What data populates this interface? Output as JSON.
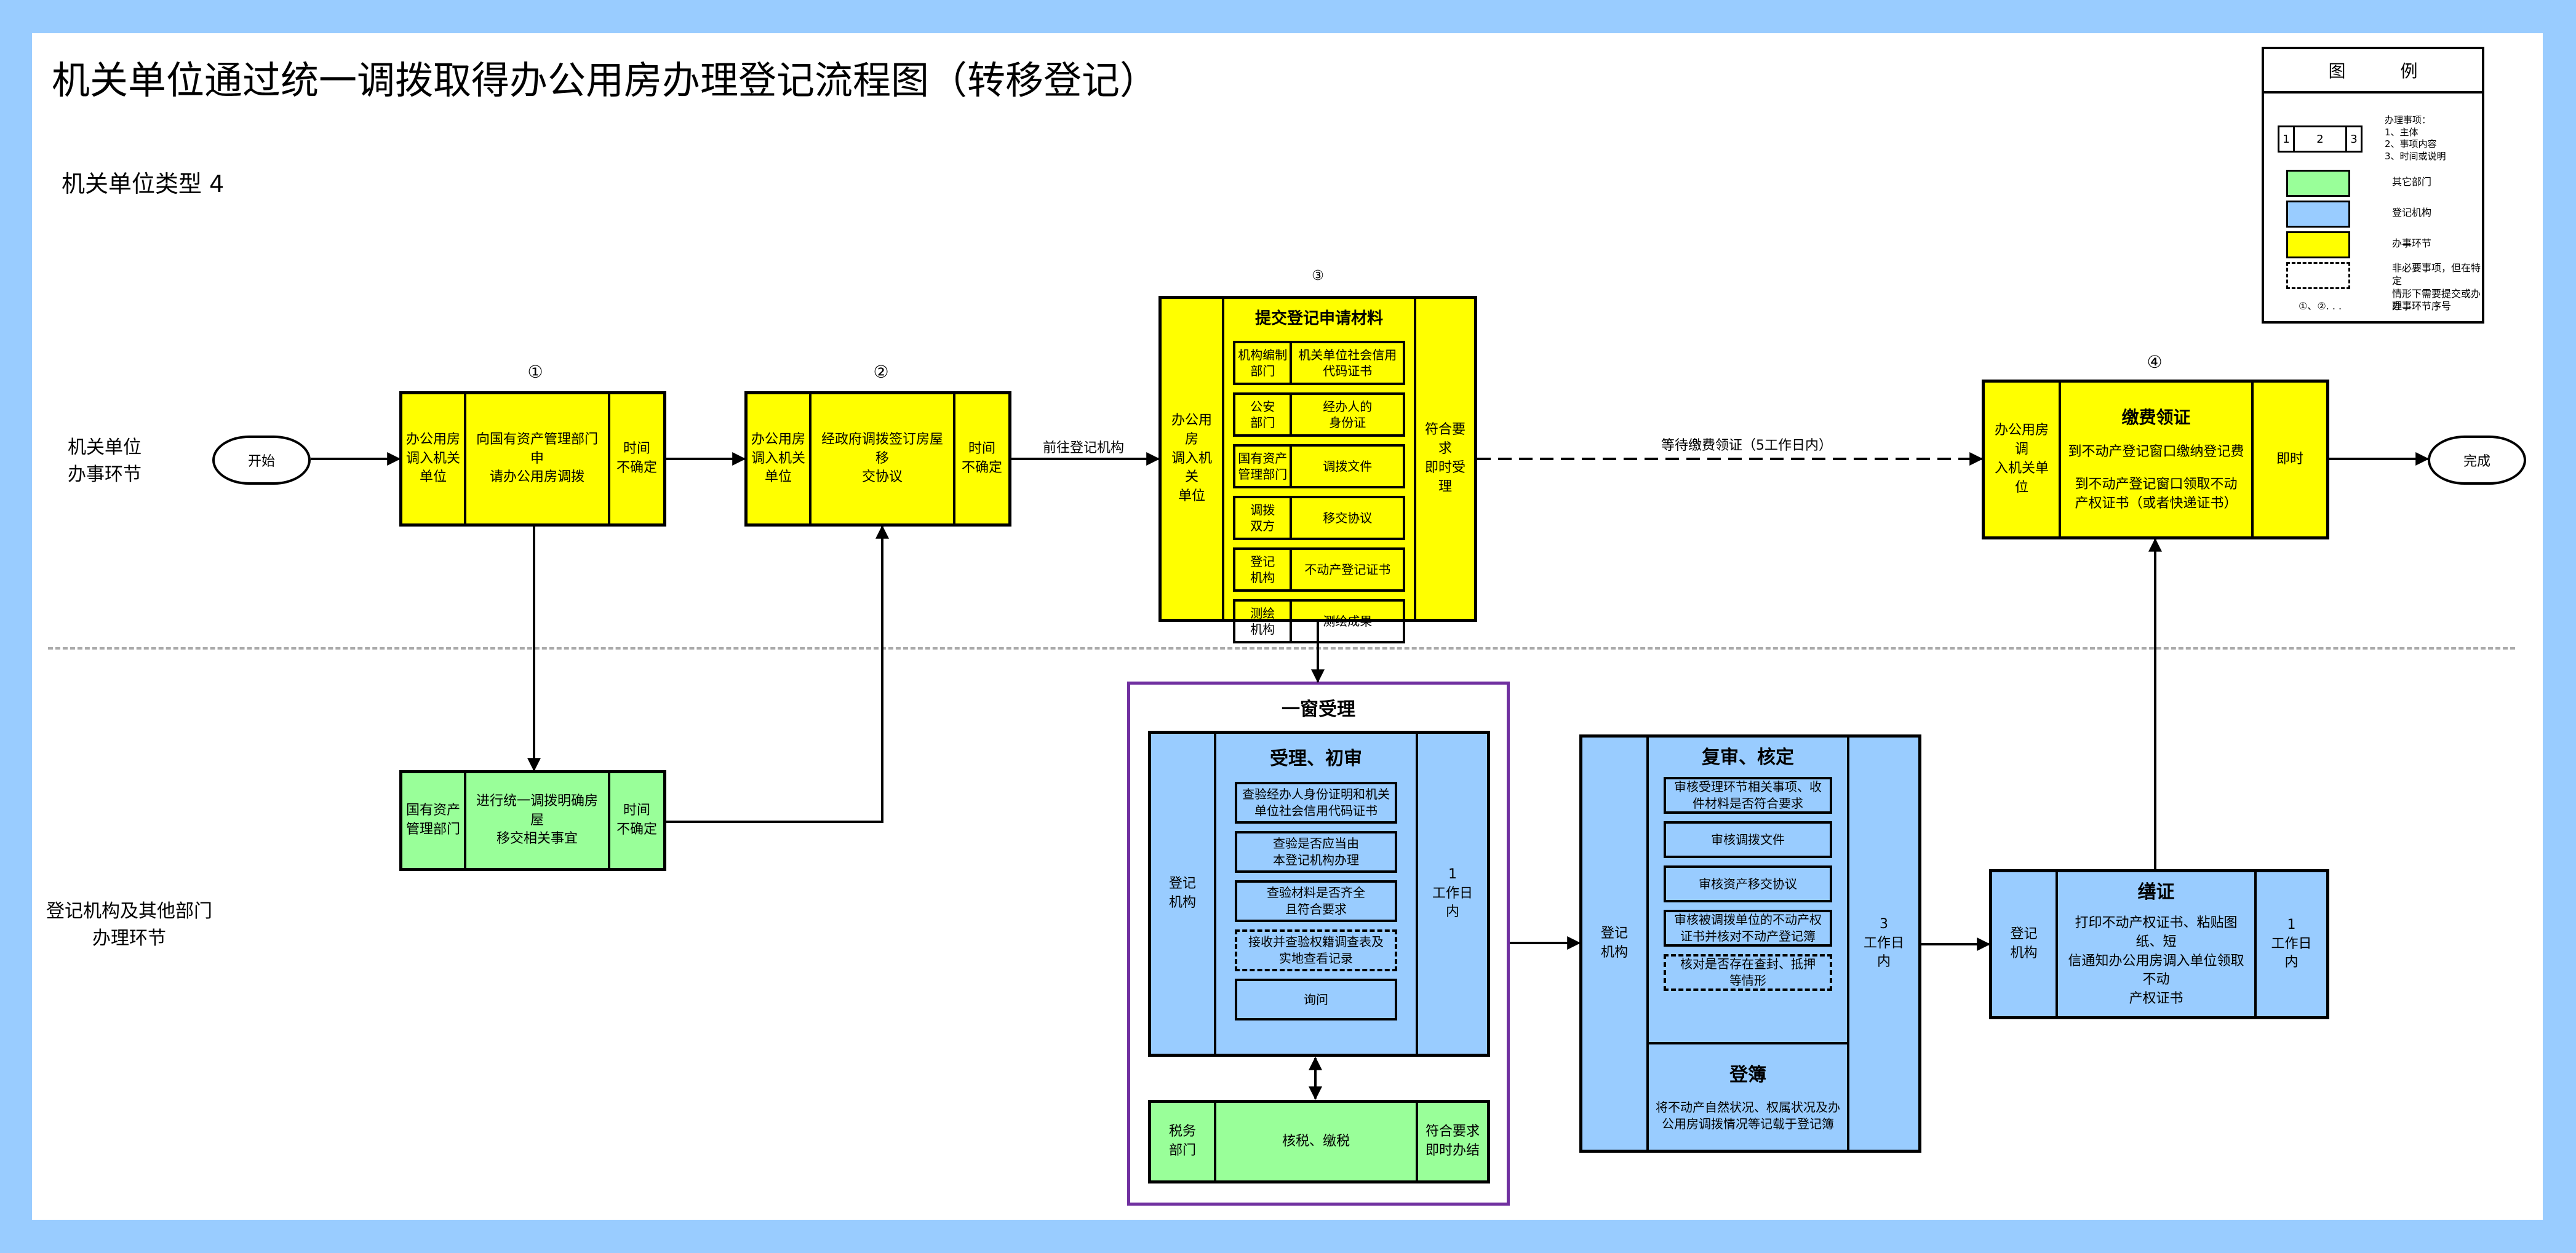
{
  "title": "机关单位通过统一调拨取得办公用房办理登记流程图（转移登记）",
  "subtitle": "机关单位类型 4",
  "colors": {
    "frame": "#99ccff",
    "other_department": "#99ff99",
    "registration_agency": "#99ccff",
    "handling_step": "#ffff00",
    "window_border": "#7030a0"
  },
  "lanes": {
    "top": "机关单位\n办事环节",
    "bottom": "登记机构及其他部门\n办理环节"
  },
  "legend": {
    "title_left": "图",
    "title_right": "例",
    "sample_cells": [
      "1",
      "2",
      "3"
    ],
    "sample_desc": "办理事项：\n1、主体\n2、事项内容\n3、时间或说明",
    "items": [
      {
        "color": "green",
        "label": "其它部门"
      },
      {
        "color": "blue",
        "label": "登记机构"
      },
      {
        "color": "yellow",
        "label": "办事环节"
      },
      {
        "color": "dashed",
        "label": "非必要事项，但在特定\n情形下需要提交或办理"
      }
    ],
    "seq_symbol": "①、②. . .",
    "seq_label": "办事环节序号"
  },
  "start": "开始",
  "finish": "完成",
  "steps": {
    "s1": {
      "no": "①",
      "subject": "办公用房\n调入机关\n单位",
      "content": "向国有资产管理部门申\n请办公用房调拨",
      "time": "时间\n不确定"
    },
    "s2": {
      "no": "②",
      "subject": "办公用房\n调入机关\n单位",
      "content": "经政府调拨签订房屋移\n交协议",
      "time": "时间\n不确定"
    },
    "s3": {
      "no": "③",
      "subject": "办公用房\n调入机关\n单位",
      "heading": "提交登记申请材料",
      "materials": [
        {
          "source": "机构编制\n部门",
          "item": "机关单位社会信用\n代码证书"
        },
        {
          "source": "公安\n部门",
          "item": "经办人的\n身份证"
        },
        {
          "source": "国有资产\n管理部门",
          "item": "调拨文件"
        },
        {
          "source": "调拨\n双方",
          "item": "移交协议"
        },
        {
          "source": "登记\n机构",
          "item": "不动产登记证书"
        },
        {
          "source": "测绘\n机构",
          "item": "测绘成果"
        }
      ],
      "time": "符合要求\n即时受理"
    },
    "s4": {
      "no": "④",
      "subject": "办公用房调\n入机关单位",
      "heading": "缴费领证",
      "lines": [
        "到不动产登记窗口缴纳登记费",
        "到不动产登记窗口领取不动\n产权证书（或者快递证书）"
      ],
      "time": "即时"
    }
  },
  "transfer": {
    "subject": "国有资产\n管理部门",
    "content": "进行统一调拨明确房屋\n移交相关事宜",
    "time": "时间\n不确定"
  },
  "edges": {
    "to_agency": "前往登记机构",
    "wait_fee": "等待缴费领证（5工作日内）"
  },
  "window": {
    "title": "一窗受理",
    "review": {
      "subject": "登记\n机构",
      "heading": "受理、初审",
      "items": [
        {
          "text": "查验经办人身份证明和机关\n单位社会信用代码证书",
          "dashed": false
        },
        {
          "text": "查验是否应当由\n本登记机构办理",
          "dashed": false
        },
        {
          "text": "查验材料是否齐全\n且符合要求",
          "dashed": false
        },
        {
          "text": "接收并查验权籍调查表及\n实地查看记录",
          "dashed": true
        },
        {
          "text": "询问",
          "dashed": false
        }
      ],
      "time": "1\n工作日\n内"
    },
    "tax": {
      "subject": "税务\n部门",
      "content": "核税、缴税",
      "time": "符合要求\n即时办结"
    }
  },
  "recheck": {
    "subject": "登记\n机构",
    "heading": "复审、核定",
    "items": [
      {
        "text": "审核受理环节相关事项、收\n件材料是否符合要求",
        "dashed": false
      },
      {
        "text": "审核调拨文件",
        "dashed": false
      },
      {
        "text": "审核资产移交协议",
        "dashed": false
      },
      {
        "text": "审核被调拨单位的不动产权\n证书并核对不动产登记簿",
        "dashed": false
      },
      {
        "text": "核对是否存在查封、抵押\n等情形",
        "dashed": true
      }
    ],
    "book_heading": "登簿",
    "book_text": "将不动产自然状况、权属状况及办\n公用房调拨情况等记载于登记簿",
    "time": "3\n工作日\n内"
  },
  "certificate": {
    "subject": "登记\n机构",
    "heading": "缮证",
    "text": "打印不动产权证书、粘贴图纸、短\n信通知办公用房调入单位领取不动\n产权证书",
    "time": "1\n工作日\n内"
  }
}
